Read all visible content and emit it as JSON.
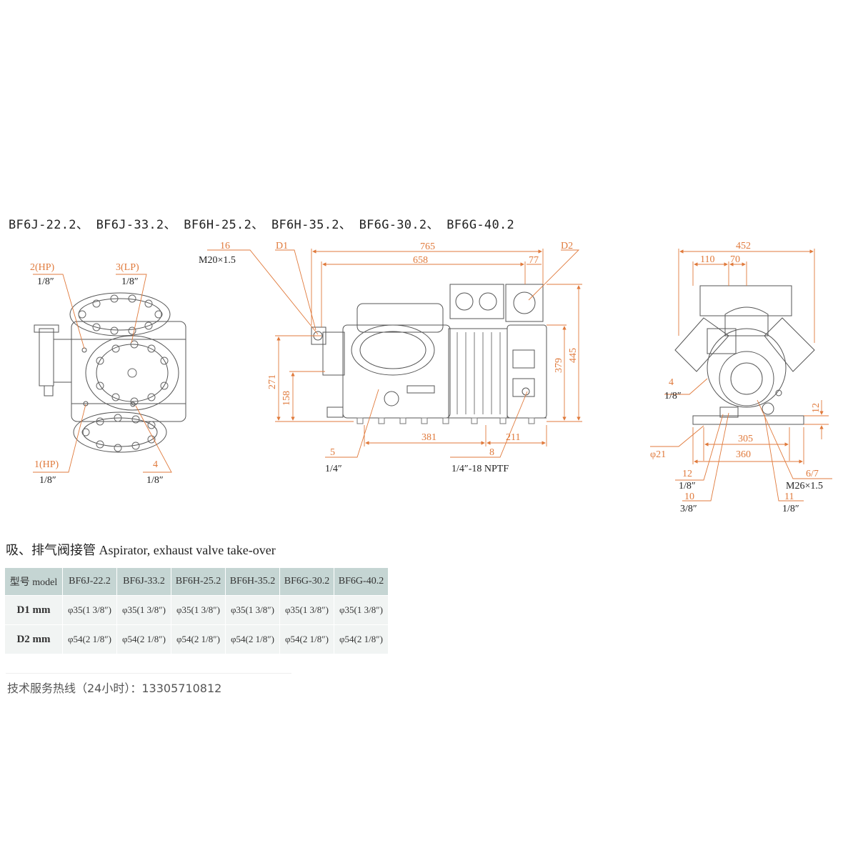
{
  "models_title": "BF6J-22.2、 BF6J-33.2、 BF6H-25.2、 BF6H-35.2、 BF6G-30.2、 BF6G-40.2",
  "left_view": {
    "hp2_label": "2(HP)",
    "hp2_size": "1/8″",
    "lp3_label": "3(LP)",
    "lp3_size": "1/8″",
    "hp1_label": "1(HP)",
    "hp1_size": "1/8″",
    "p4_label": "4",
    "p4_size": "1/8″"
  },
  "side_view": {
    "p16_label": "16",
    "p16_thread": "M20×1.5",
    "d1_label": "D1",
    "d2_label": "D2",
    "dim_765": "765",
    "dim_658": "658",
    "dim_77": "77",
    "dim_271": "271",
    "dim_158": "158",
    "dim_379": "379",
    "dim_445": "445",
    "dim_381": "381",
    "dim_211": "211",
    "p5_label": "5",
    "p5_size": "1/4″",
    "p8_label": "8",
    "p8_size": "1/4″-18 NPTF"
  },
  "end_view": {
    "dim_452": "452",
    "dim_110": "110",
    "dim_70": "70",
    "p4_label": "4",
    "p4_size": "1/8″",
    "dim_12": "12",
    "dim_305": "305",
    "dim_360": "360",
    "phi21": "φ21",
    "p12_label": "12",
    "p12_size": "1/8″",
    "p10_label": "10",
    "p10_size": "3/8″",
    "p67_label": "6/7",
    "p67_thread": "M26×1.5",
    "p11_label": "11",
    "p11_size": "1/8″"
  },
  "valve_caption": "吸、排气阀接管 Aspirator, exhaust valve take-over",
  "table": {
    "header_label": "型号 model",
    "models": [
      "BF6J-22.2",
      "BF6J-33.2",
      "BF6H-25.2",
      "BF6H-35.2",
      "BF6G-30.2",
      "BF6G-40.2"
    ],
    "d1_label": "D1 mm",
    "d1_values": [
      "φ35(1 3/8″)",
      "φ35(1 3/8″)",
      "φ35(1 3/8″)",
      "φ35(1 3/8″)",
      "φ35(1 3/8″)",
      "φ35(1 3/8″)"
    ],
    "d2_label": "D2 mm",
    "d2_values": [
      "φ54(2 1/8″)",
      "φ54(2 1/8″)",
      "φ54(2 1/8″)",
      "φ54(2 1/8″)",
      "φ54(2 1/8″)",
      "φ54(2 1/8″)"
    ]
  },
  "hotline": "技术服务热线（24小时）：13305710812",
  "colors": {
    "dimension": "#e07a3c",
    "line": "#555555",
    "table_header": "#c5d5d3",
    "table_body": "#f1f4f3"
  }
}
